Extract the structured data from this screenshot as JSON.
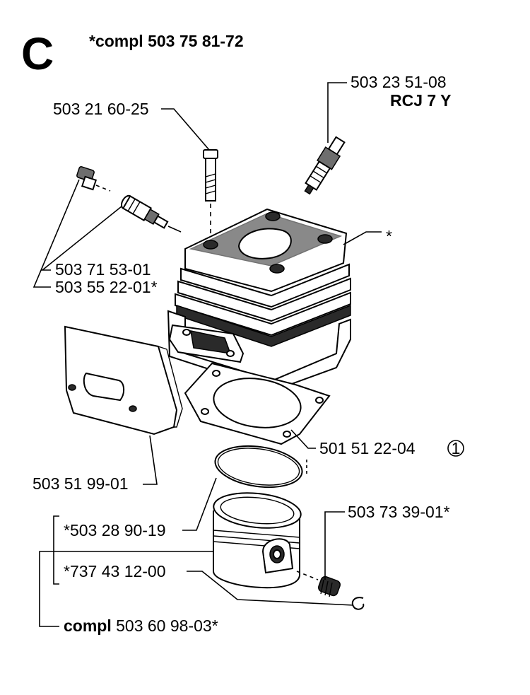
{
  "header": {
    "section_letter": "C",
    "compl_prefix": "*compl",
    "compl_number": "503 75 81-72"
  },
  "parts": {
    "bolt": "503 21 60-25",
    "spark_plug_number": "503 23 51-08",
    "spark_plug_type": "RCJ 7 Y",
    "cylinder": "*",
    "valve": "503 71 53-01",
    "plug": "503 55 22-01*",
    "gasket": "501 51 22-04",
    "gasket_circle": "1",
    "heat_shield": "503 51 99-01",
    "piston_ring": "*503 28 90-19",
    "needle_bearing": "503 73 39-01*",
    "circlip": "*737 43 12-00",
    "piston_kit_prefix": "compl",
    "piston_kit_number": "503 60 98-03*"
  }
}
